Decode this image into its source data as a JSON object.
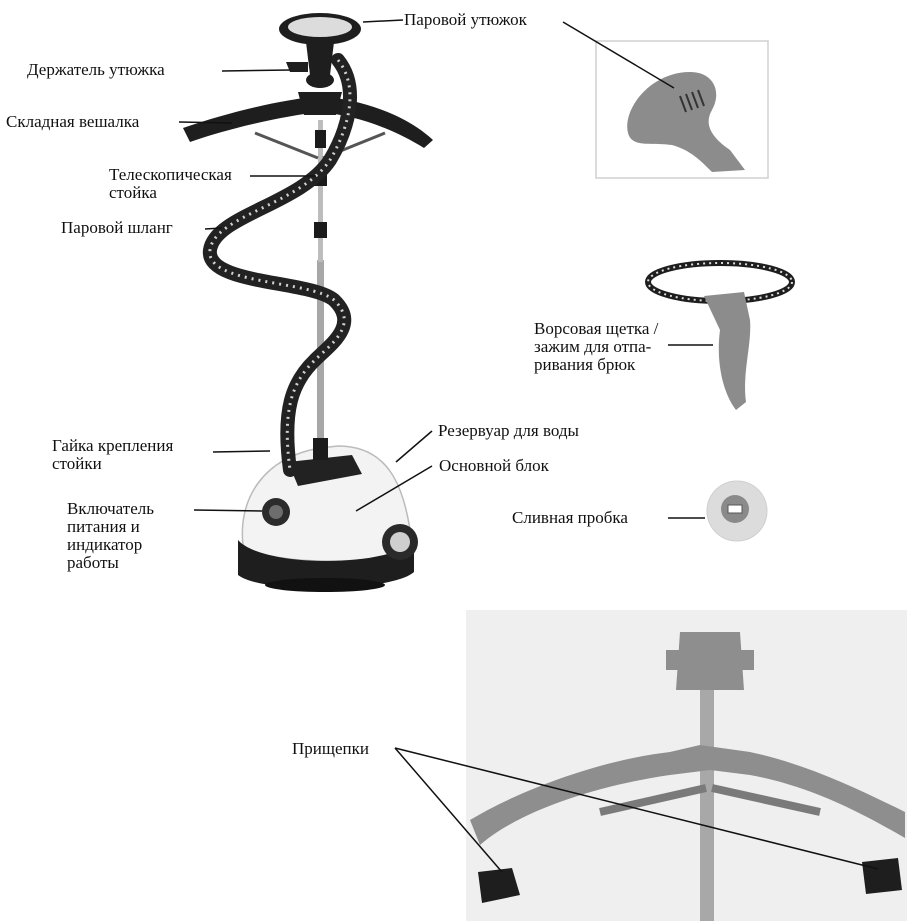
{
  "labels": {
    "steam_iron": "Паровой утюжок",
    "iron_holder": "Держатель утюжка",
    "folding_hanger": "Складная вешалка",
    "telescopic_pole": "Телескопическая\nстойка",
    "steam_hose": "Паровой шланг",
    "pole_nut": "Гайка крепления\nстойки",
    "power_switch": "Включатель\nпитания и\nиндикатор\nработы",
    "water_tank": "Резервуар для воды",
    "main_unit": "Основной блок",
    "brush_clip": "Ворсовая щетка /\nзажим для отпа-\nривания брюк",
    "drain_plug": "Сливная пробка",
    "clips": "Прищепки"
  },
  "colors": {
    "line": "#111111",
    "steamer_black": "#1a1a1a",
    "steamer_white": "#f4f4f4",
    "pole_gray": "#9a9a9a",
    "accessory_gray": "#8c8c8c"
  }
}
